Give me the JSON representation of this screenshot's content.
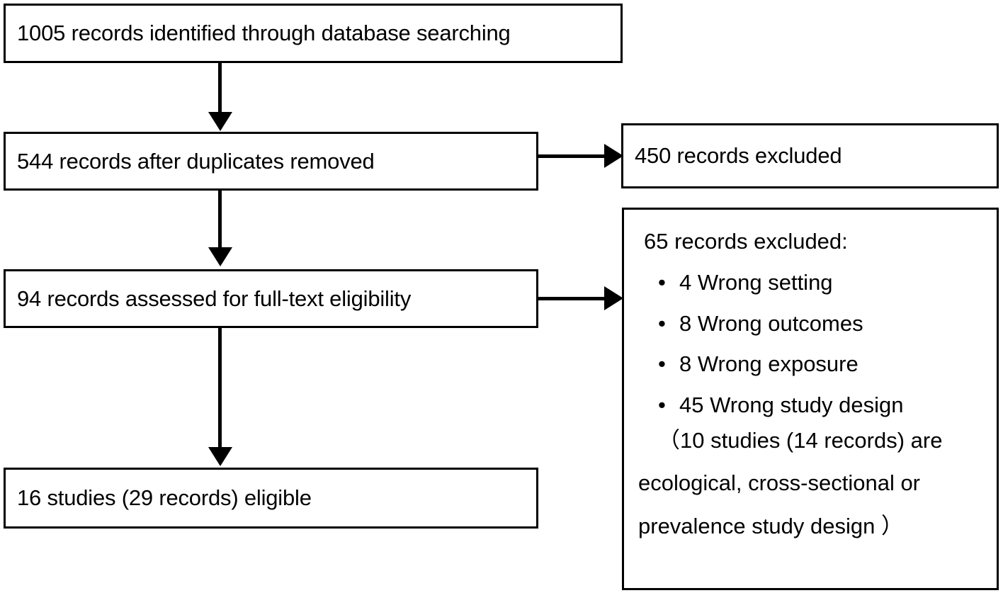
{
  "diagram": {
    "type": "prisma-flow-diagram",
    "nodes": {
      "identified": "1005 records identified through database searching",
      "duplicates_removed": "544 records after duplicates removed",
      "excluded_records": "450 records excluded",
      "fulltext_assessed": "94 records assessed for full-text eligibility",
      "eligible": "16 studies (29 records) eligible"
    },
    "exclusions": {
      "heading": "65 records excluded:",
      "bullet_glyph": "•",
      "items": [
        "4 Wrong setting",
        "8 Wrong outcomes",
        "8 Wrong exposure",
        "45 Wrong study design"
      ],
      "note_line1": "（10 studies (14 records)  are",
      "note_line2": "ecological, cross-sectional or",
      "note_line3": "prevalence study design ）"
    }
  }
}
